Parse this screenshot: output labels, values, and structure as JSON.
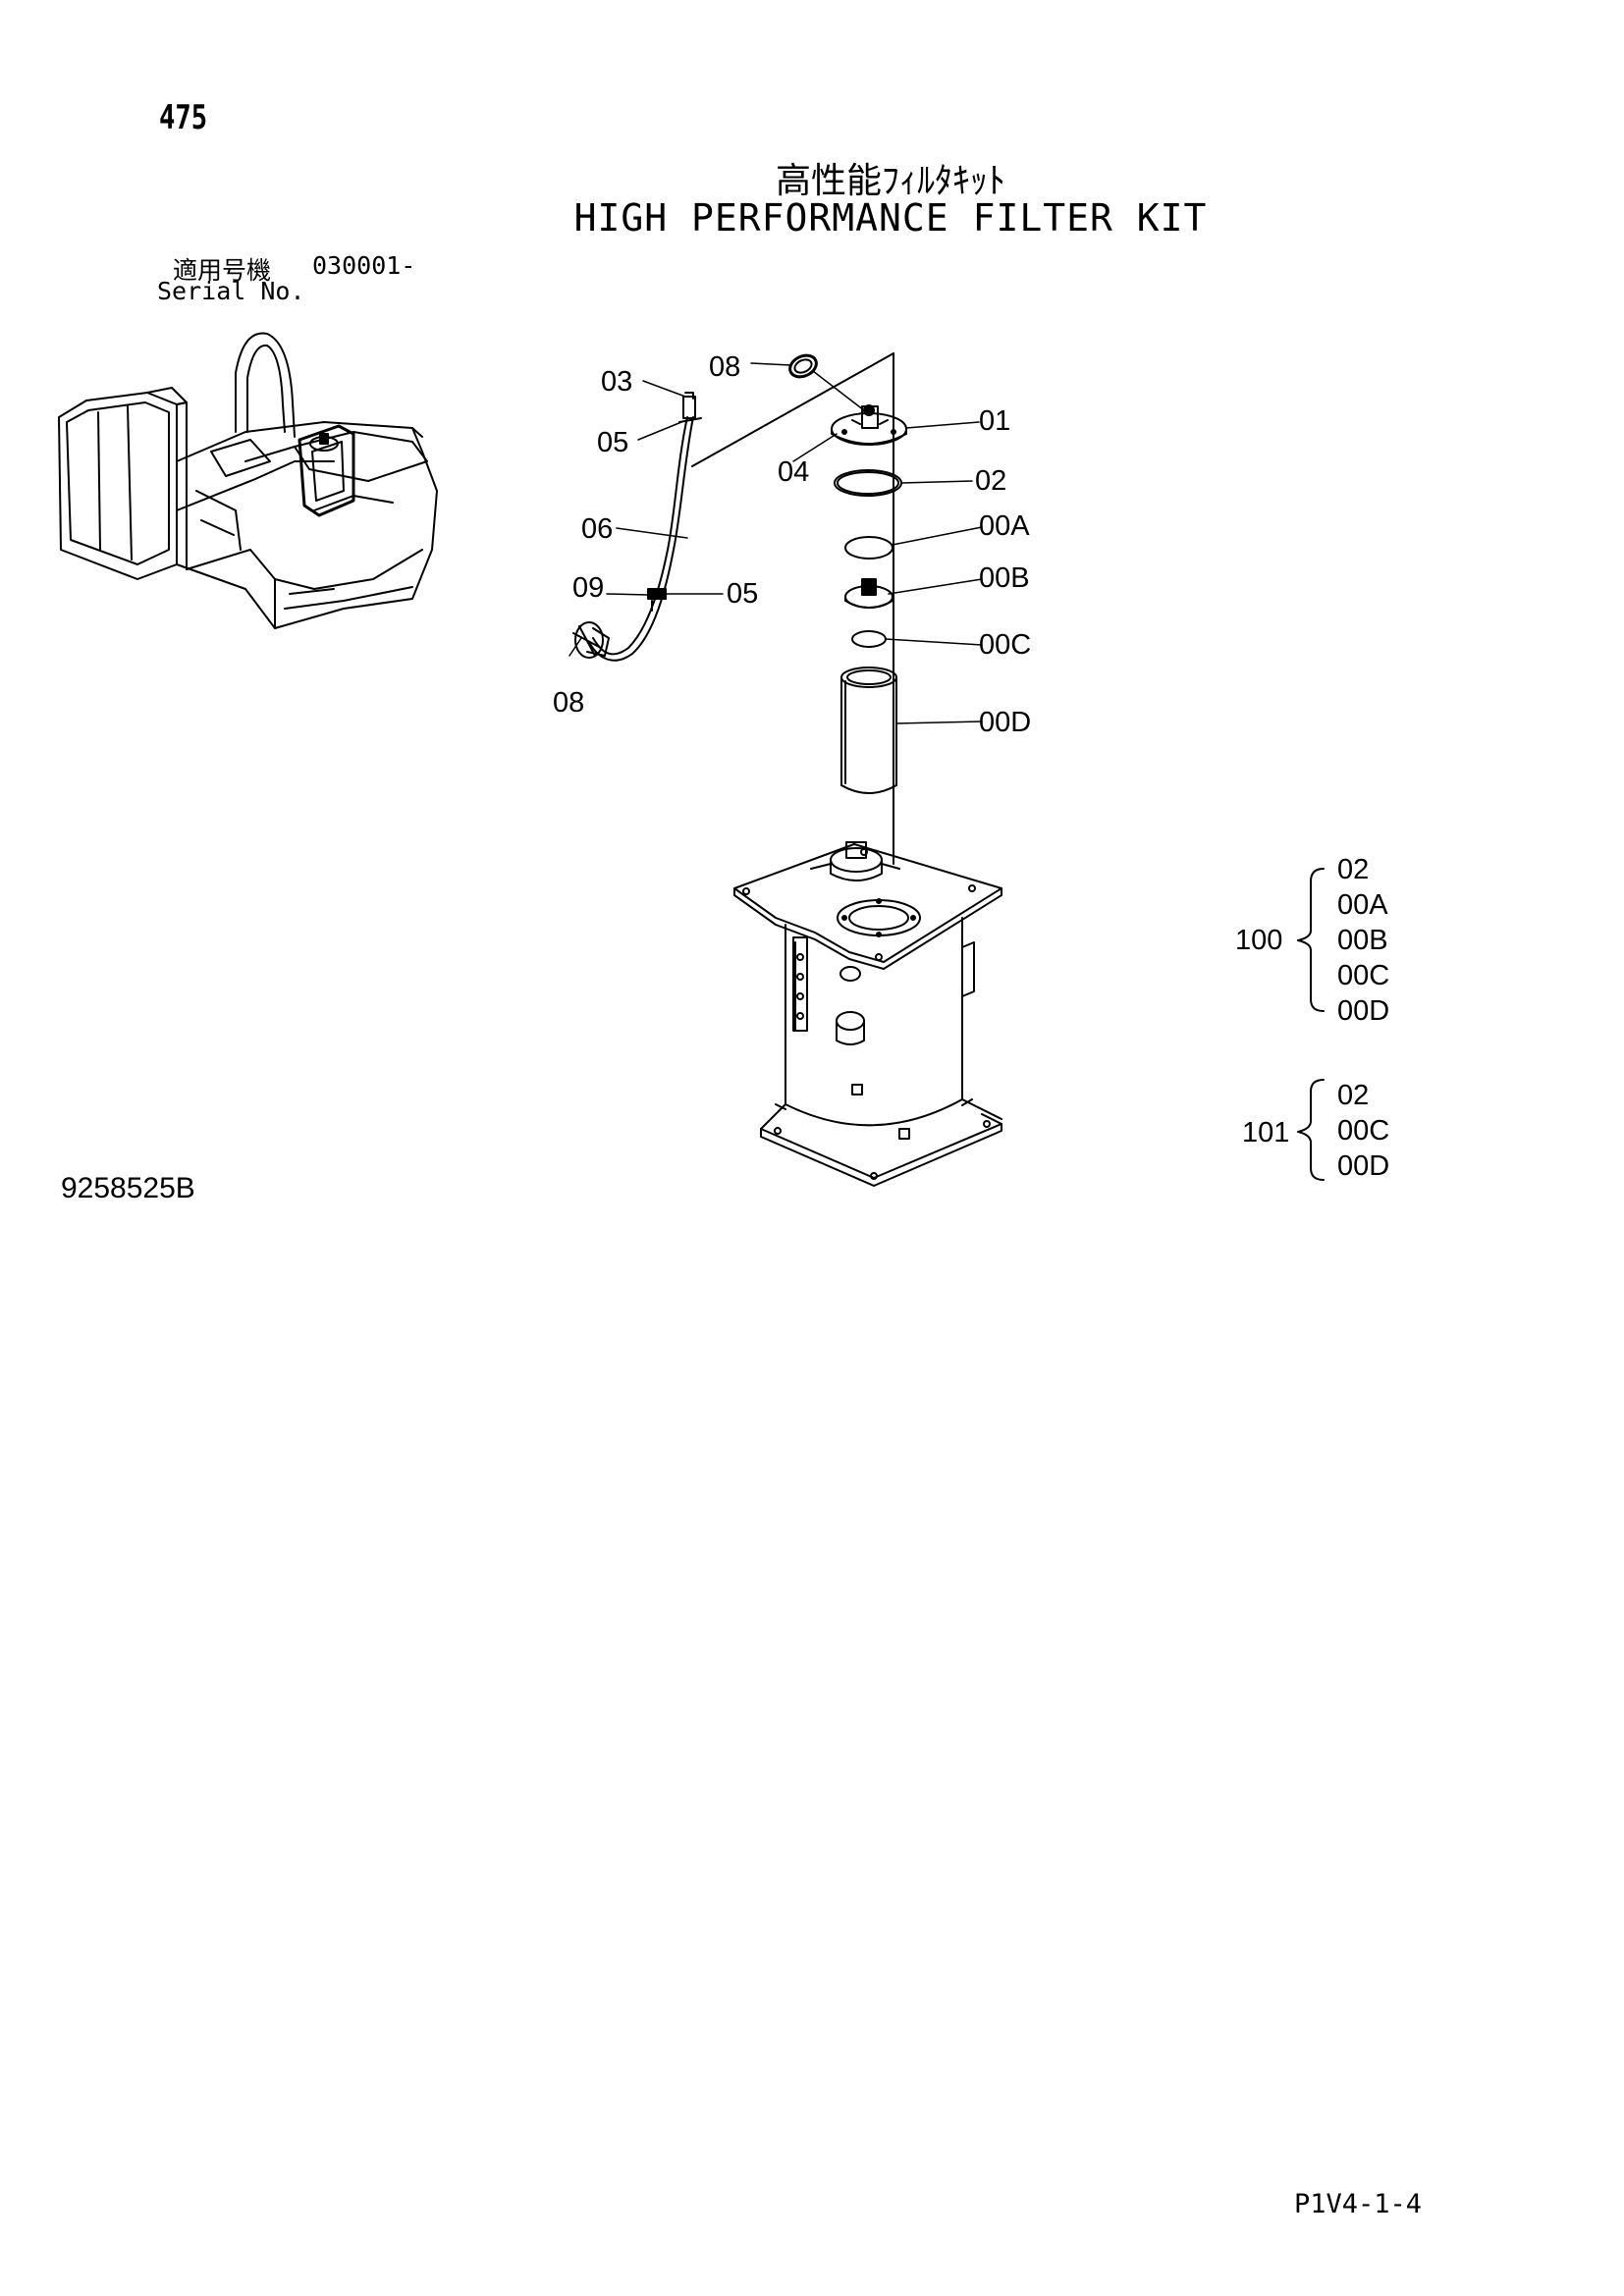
{
  "page_number": "475",
  "title_jp": "高性能ﾌｨﾙﾀｷｯﾄ",
  "title_en": "HIGH PERFORMANCE FILTER KIT",
  "serial": {
    "label_jp": "適用号機",
    "range": "030001-",
    "label_en": "Serial No."
  },
  "callouts": {
    "c03": "03",
    "c08_top": "08",
    "c05_top": "05",
    "c01": "01",
    "c04": "04",
    "c02": "02",
    "c06": "06",
    "c00A": "00A",
    "c09": "09",
    "c05_mid": "05",
    "c00B": "00B",
    "c08_bottom": "08",
    "c00C": "00C",
    "c00D": "00D"
  },
  "kits": [
    {
      "number": "100",
      "parts": [
        "02",
        "00A",
        "00B",
        "00C",
        "00D"
      ]
    },
    {
      "number": "101",
      "parts": [
        "02",
        "00C",
        "00D"
      ]
    }
  ],
  "drawing_number": "9258525B",
  "page_reference": "P1V4-1-4"
}
